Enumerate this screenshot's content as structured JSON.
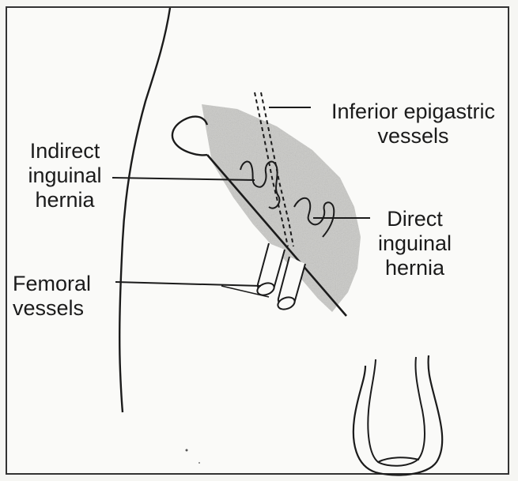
{
  "labels": {
    "epigastric": "Inferior epigastric\nvessels",
    "indirect": "Indirect\ninguinal\nhernia",
    "direct": "Direct\ninguinal\nhernia",
    "femoral": "Femoral\nvessels"
  },
  "colors": {
    "ink": "#1b1b1b",
    "shading": "#c9c9c6",
    "paper": "#fafaf8"
  }
}
